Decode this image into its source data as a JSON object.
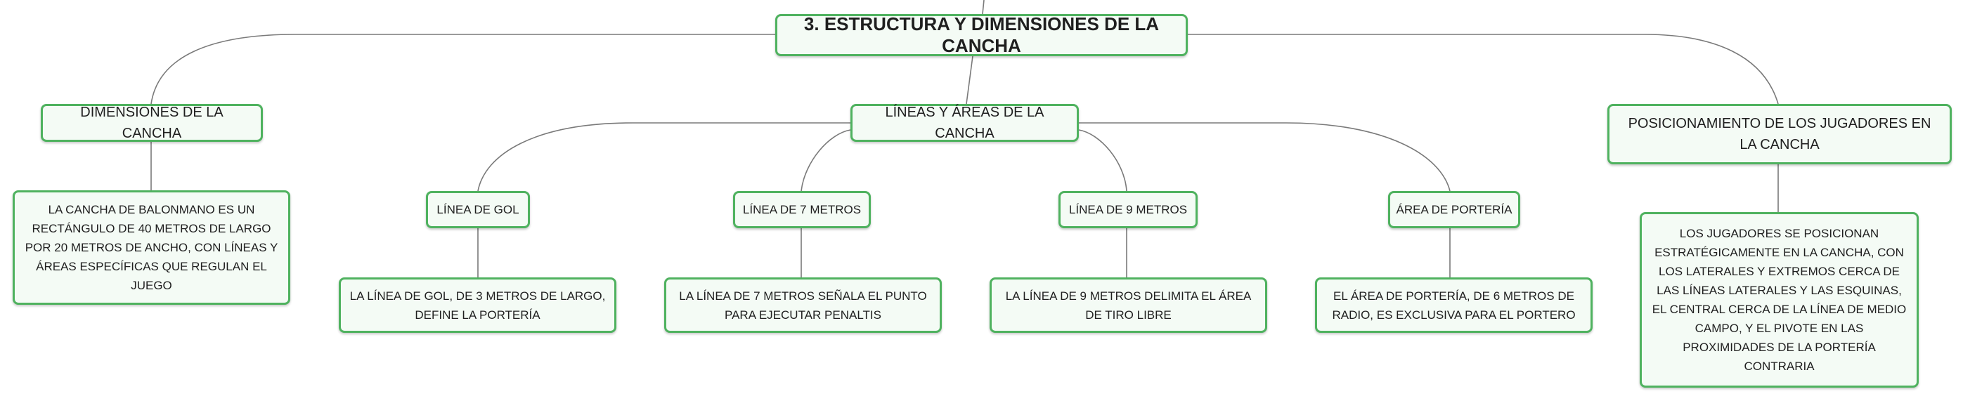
{
  "mindmap": {
    "root": "3. ESTRUCTURA Y DIMENSIONES DE LA CANCHA",
    "dimensiones": {
      "title": "DIMENSIONES DE LA CANCHA",
      "detail": "LA CANCHA DE BALONMANO ES UN RECTÁNGULO DE 40 METROS DE LARGO POR 20 METROS DE ANCHO, CON LÍNEAS Y ÁREAS ESPECÍFICAS QUE REGULAN EL JUEGO"
    },
    "lineas": {
      "title": "LÍNEAS Y ÁREAS DE LA CANCHA",
      "children": [
        {
          "title": "LÍNEA DE GOL",
          "detail": "LA LÍNEA DE GOL, DE 3 METROS DE LARGO, DEFINE LA PORTERÍA"
        },
        {
          "title": "LÍNEA DE 7 METROS",
          "detail": "LA LÍNEA DE 7 METROS SEÑALA EL PUNTO PARA EJECUTAR PENALTIS"
        },
        {
          "title": "LÍNEA DE 9 METROS",
          "detail": "LA LÍNEA DE 9 METROS DELIMITA EL ÁREA DE TIRO LIBRE"
        },
        {
          "title": "ÁREA DE PORTERÍA",
          "detail": "EL ÁREA DE PORTERÍA, DE 6 METROS DE RADIO, ES EXCLUSIVA PARA EL PORTERO"
        }
      ]
    },
    "posicionamiento": {
      "title": "POSICIONAMIENTO DE LOS JUGADORES EN LA CANCHA",
      "detail": "LOS JUGADORES SE POSICIONAN ESTRATÉGICAMENTE EN LA CANCHA, CON LOS LATERALES Y EXTREMOS CERCA DE LAS LÍNEAS LATERALES Y LAS ESQUINAS, EL CENTRAL CERCA DE LA LÍNEA DE MEDIO CAMPO, Y EL PIVOTE EN LAS PROXIMIDADES DE LA PORTERÍA CONTRARIA"
    }
  }
}
